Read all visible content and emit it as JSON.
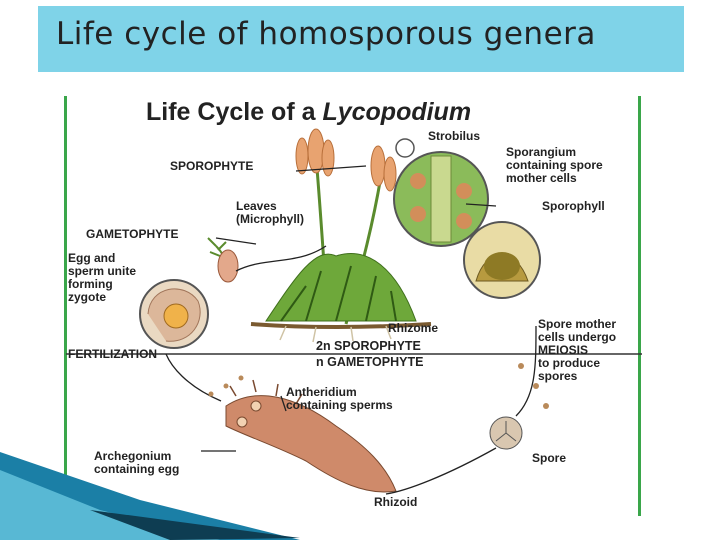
{
  "slide": {
    "title": "Life cycle of homosporous genera",
    "accent_color": "#7fd3e8"
  },
  "diagram": {
    "heading_plain": "Life Cycle of a ",
    "heading_italic": "Lycopodium",
    "labels": {
      "strobilus": "Strobilus",
      "sporangium": "Sporangium\ncontaining spore\nmother cells",
      "sporophyte": "SPOROPHYTE",
      "leaves": "Leaves\n(Microphyll)",
      "sporophyll": "Sporophyll",
      "gametophyte": "GAMETOPHYTE",
      "egg_sperm": "Egg and\nsperm unite\nforming\nzygote",
      "rhizome": "Rhizome",
      "spore_mother": "Spore mother\ncells undergo\nMEIOSIS\nto produce\nspores",
      "fertilization": "FERTILIZATION",
      "sporophyte_2n": "2n SPOROPHYTE",
      "gametophyte_n": "n GAMETOPHYTE",
      "antheridium": "Antheridium\ncontaining sperms",
      "archegonium": "Archegonium\ncontaining egg",
      "spore": "Spore",
      "rhizoid": "Rhizoid"
    }
  }
}
